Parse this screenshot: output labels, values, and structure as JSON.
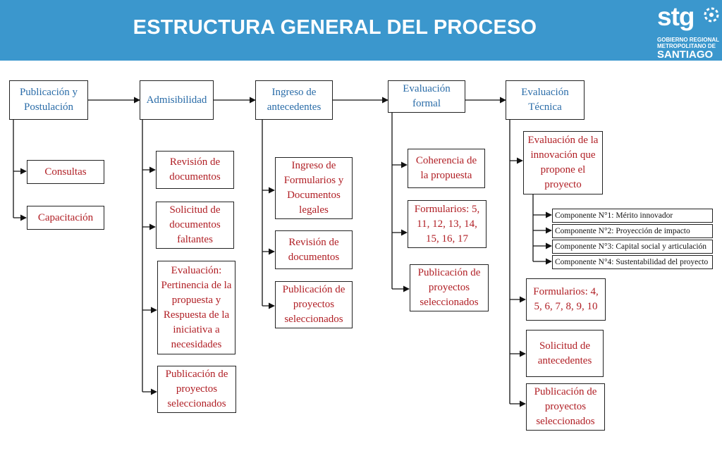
{
  "title": "ESTRUCTURA GENERAL DEL PROCESO",
  "logo": {
    "mark": "stg",
    "line1": "GOBIERNO REGIONAL",
    "line2": "METROPOLITANO DE",
    "line3": "SANTIAGO"
  },
  "colors": {
    "header": "#3b97cd",
    "stage_text": "#2a6ca8",
    "task_text": "#b01e24"
  },
  "stages": [
    {
      "label": "Publicación y Postulación"
    },
    {
      "label": "Admisibilidad"
    },
    {
      "label": "Ingreso de antecedentes"
    },
    {
      "label": "Evaluación formal"
    },
    {
      "label": "Evaluación Técnica"
    }
  ],
  "tasks": {
    "publicacion": [
      "Consultas",
      "Capacitación"
    ],
    "admisibilidad": [
      "Revisión de documentos",
      "Solicitud de documentos faltantes",
      "Evaluación: Pertinencia de la propuesta y Respuesta de la iniciativa a necesidades",
      "Publicación de proyectos seleccionados"
    ],
    "ingreso": [
      "Ingreso de Formularios y Documentos legales",
      "Revisión de documentos",
      "Publicación de proyectos seleccionados"
    ],
    "formal": [
      "Coherencia de la propuesta",
      "Formularios: 5, 11, 12, 13, 14, 15, 16, 17",
      "Publicación de proyectos seleccionados"
    ],
    "tecnica": [
      "Evaluación de la innovación que propone el proyecto",
      "Formularios: 4, 5, 6, 7, 8, 9, 10",
      "Solicitud de antecedentes",
      "Publicación de proyectos seleccionados"
    ]
  },
  "componentes": [
    "Componente N°1: Mérito innovador",
    "Componente N°2: Proyección de impacto",
    "Componente N°3: Capital social y articulación",
    "Componente N°4: Sustentabilidad del proyecto"
  ]
}
